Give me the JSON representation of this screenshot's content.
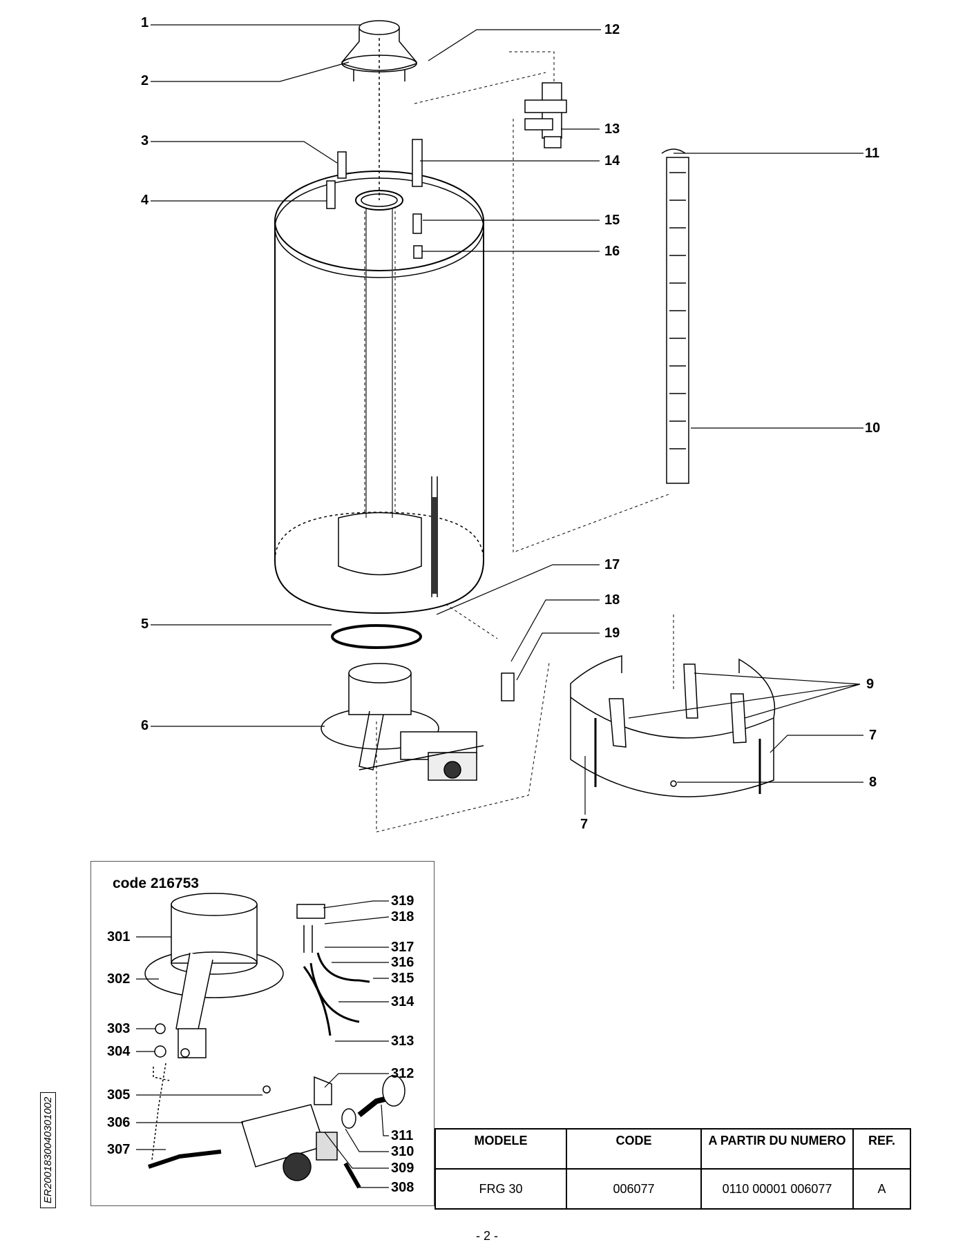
{
  "diagram": {
    "callouts_main": [
      "1",
      "2",
      "3",
      "4",
      "5",
      "6",
      "7",
      "7",
      "8",
      "9",
      "10",
      "11",
      "12",
      "13",
      "14",
      "15",
      "16",
      "17",
      "18",
      "19"
    ],
    "inset": {
      "code_label": "code 216753",
      "callouts": [
        "301",
        "302",
        "303",
        "304",
        "305",
        "306",
        "307",
        "308",
        "309",
        "310",
        "311",
        "312",
        "313",
        "314",
        "315",
        "316",
        "317",
        "318",
        "319"
      ]
    },
    "side_reference": "ER2001830040301002",
    "page_number": "- 2 -"
  },
  "model_table": {
    "headers": [
      "MODELE",
      "CODE",
      "A PARTIR DU NUMERO",
      "REF."
    ],
    "rows": [
      [
        "FRG 30",
        "006077",
        "0110 00001 006077",
        "A"
      ]
    ]
  }
}
